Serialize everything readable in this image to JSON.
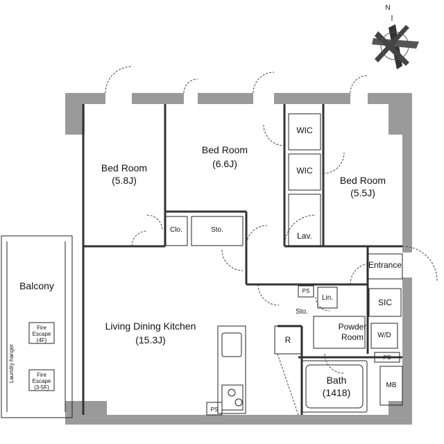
{
  "compass": {
    "north": "N"
  },
  "rooms": {
    "bed_left": {
      "name": "Bed Room",
      "size": "(5.8J)"
    },
    "bed_mid": {
      "name": "Bed Room",
      "size": "(6.6J)"
    },
    "bed_right": {
      "name": "Bed Room",
      "size": "(5.5J)"
    },
    "ldk": {
      "name": "Living Dining Kitchen",
      "size": "(15.3J)"
    },
    "bath": {
      "name": "Bath",
      "size": "(1418)"
    },
    "powder": {
      "name": "Powder",
      "name2": "Room"
    },
    "balcony": {
      "name": "Balcony"
    }
  },
  "labels": {
    "wic1": "WIC",
    "wic2": "WIC",
    "clo": "Clo.",
    "sto": "Sto.",
    "sto2": "Sto.",
    "lav": "Lav.",
    "entrance": "Entrance",
    "sic": "SIC",
    "ps1": "PS",
    "ps2": "PS",
    "ps3": "PS",
    "lin": "Lin.",
    "r": "R",
    "wd": "W/D",
    "mb": "MB",
    "laundry": "Laundry hanger",
    "fire1_a": "Fire",
    "fire1_b": "Escape",
    "fire1_c": "(4F)",
    "fire2_a": "Fire",
    "fire2_b": "Escape",
    "fire2_c": "(3-5F)"
  }
}
